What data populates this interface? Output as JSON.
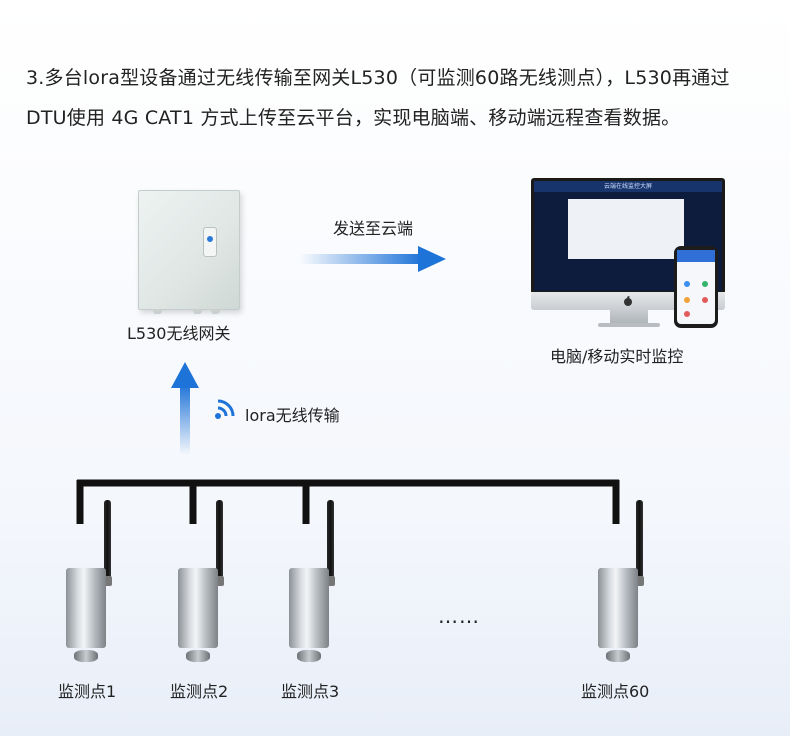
{
  "description": {
    "line1": "3.多台lora型设备通过无线传输至网关L530（可监测60路无线测点），L530再通过",
    "line2": "DTU使用 4G CAT1 方式上传至云平台，实现电脑端、移动端远程查看数据。"
  },
  "gateway": {
    "label": "L530无线网关"
  },
  "upload": {
    "label": "发送至云端"
  },
  "monitor": {
    "label": "电脑/移动实时监控",
    "screen_title": "云端在线监控大屏"
  },
  "wireless": {
    "label": "lora无线传输"
  },
  "sensors": [
    {
      "label": "监测点1"
    },
    {
      "label": "监测点2"
    },
    {
      "label": "监测点3"
    },
    {
      "label": "监测点60"
    }
  ],
  "ellipsis": "……",
  "colors": {
    "accent": "#1e73d8",
    "line": "#111111"
  }
}
